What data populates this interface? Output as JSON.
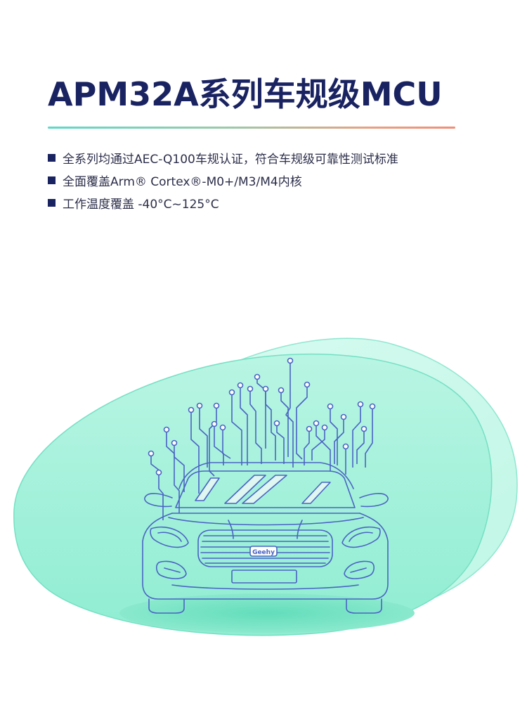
{
  "header": {
    "title": "APM32A系列车规级MCU"
  },
  "features": [
    {
      "text": "全系列均通过AEC-Q100车规认证，符合车规级可靠性测试标准"
    },
    {
      "text": "全面覆盖Arm® Cortex®-M0+/M3/M4内核"
    },
    {
      "text": "工作温度覆盖 -40°C~125°C"
    }
  ],
  "car": {
    "badge": "Geehy"
  },
  "colors": {
    "title": "#1a2361",
    "bullet": "#1a2361",
    "line_art": "#4a63c4",
    "blob_front": "#9ff0d8",
    "blob_back": "#c9f8ea",
    "ground": "#6fe2c2"
  }
}
